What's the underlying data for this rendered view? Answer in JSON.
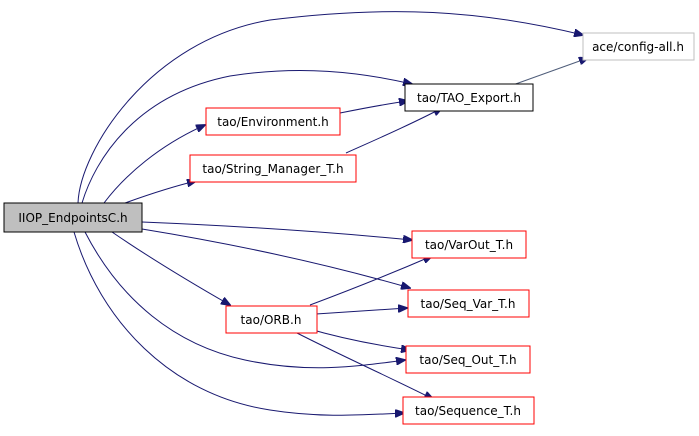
{
  "nodes": {
    "root": {
      "label": "IIOP_EndpointsC.h",
      "kind": "root"
    },
    "config_all": {
      "label": "ace/config-all.h",
      "kind": "external"
    },
    "tao_export": {
      "label": "tao/TAO_Export.h",
      "kind": "documented"
    },
    "environment": {
      "label": "tao/Environment.h",
      "kind": "undocumented"
    },
    "string_manager": {
      "label": "tao/String_Manager_T.h",
      "kind": "undocumented"
    },
    "varout": {
      "label": "tao/VarOut_T.h",
      "kind": "undocumented"
    },
    "orb": {
      "label": "tao/ORB.h",
      "kind": "undocumented"
    },
    "seq_var": {
      "label": "tao/Seq_Var_T.h",
      "kind": "undocumented"
    },
    "seq_out": {
      "label": "tao/Seq_Out_T.h",
      "kind": "undocumented"
    },
    "sequence": {
      "label": "tao/Sequence_T.h",
      "kind": "undocumented"
    }
  },
  "colors": {
    "root_fill": "#bfbfbf",
    "root_border": "#000000",
    "documented_border": "#000000",
    "undocumented_border": "#ff0000",
    "external_border": "#bfbfbf",
    "edge": "#191970"
  }
}
